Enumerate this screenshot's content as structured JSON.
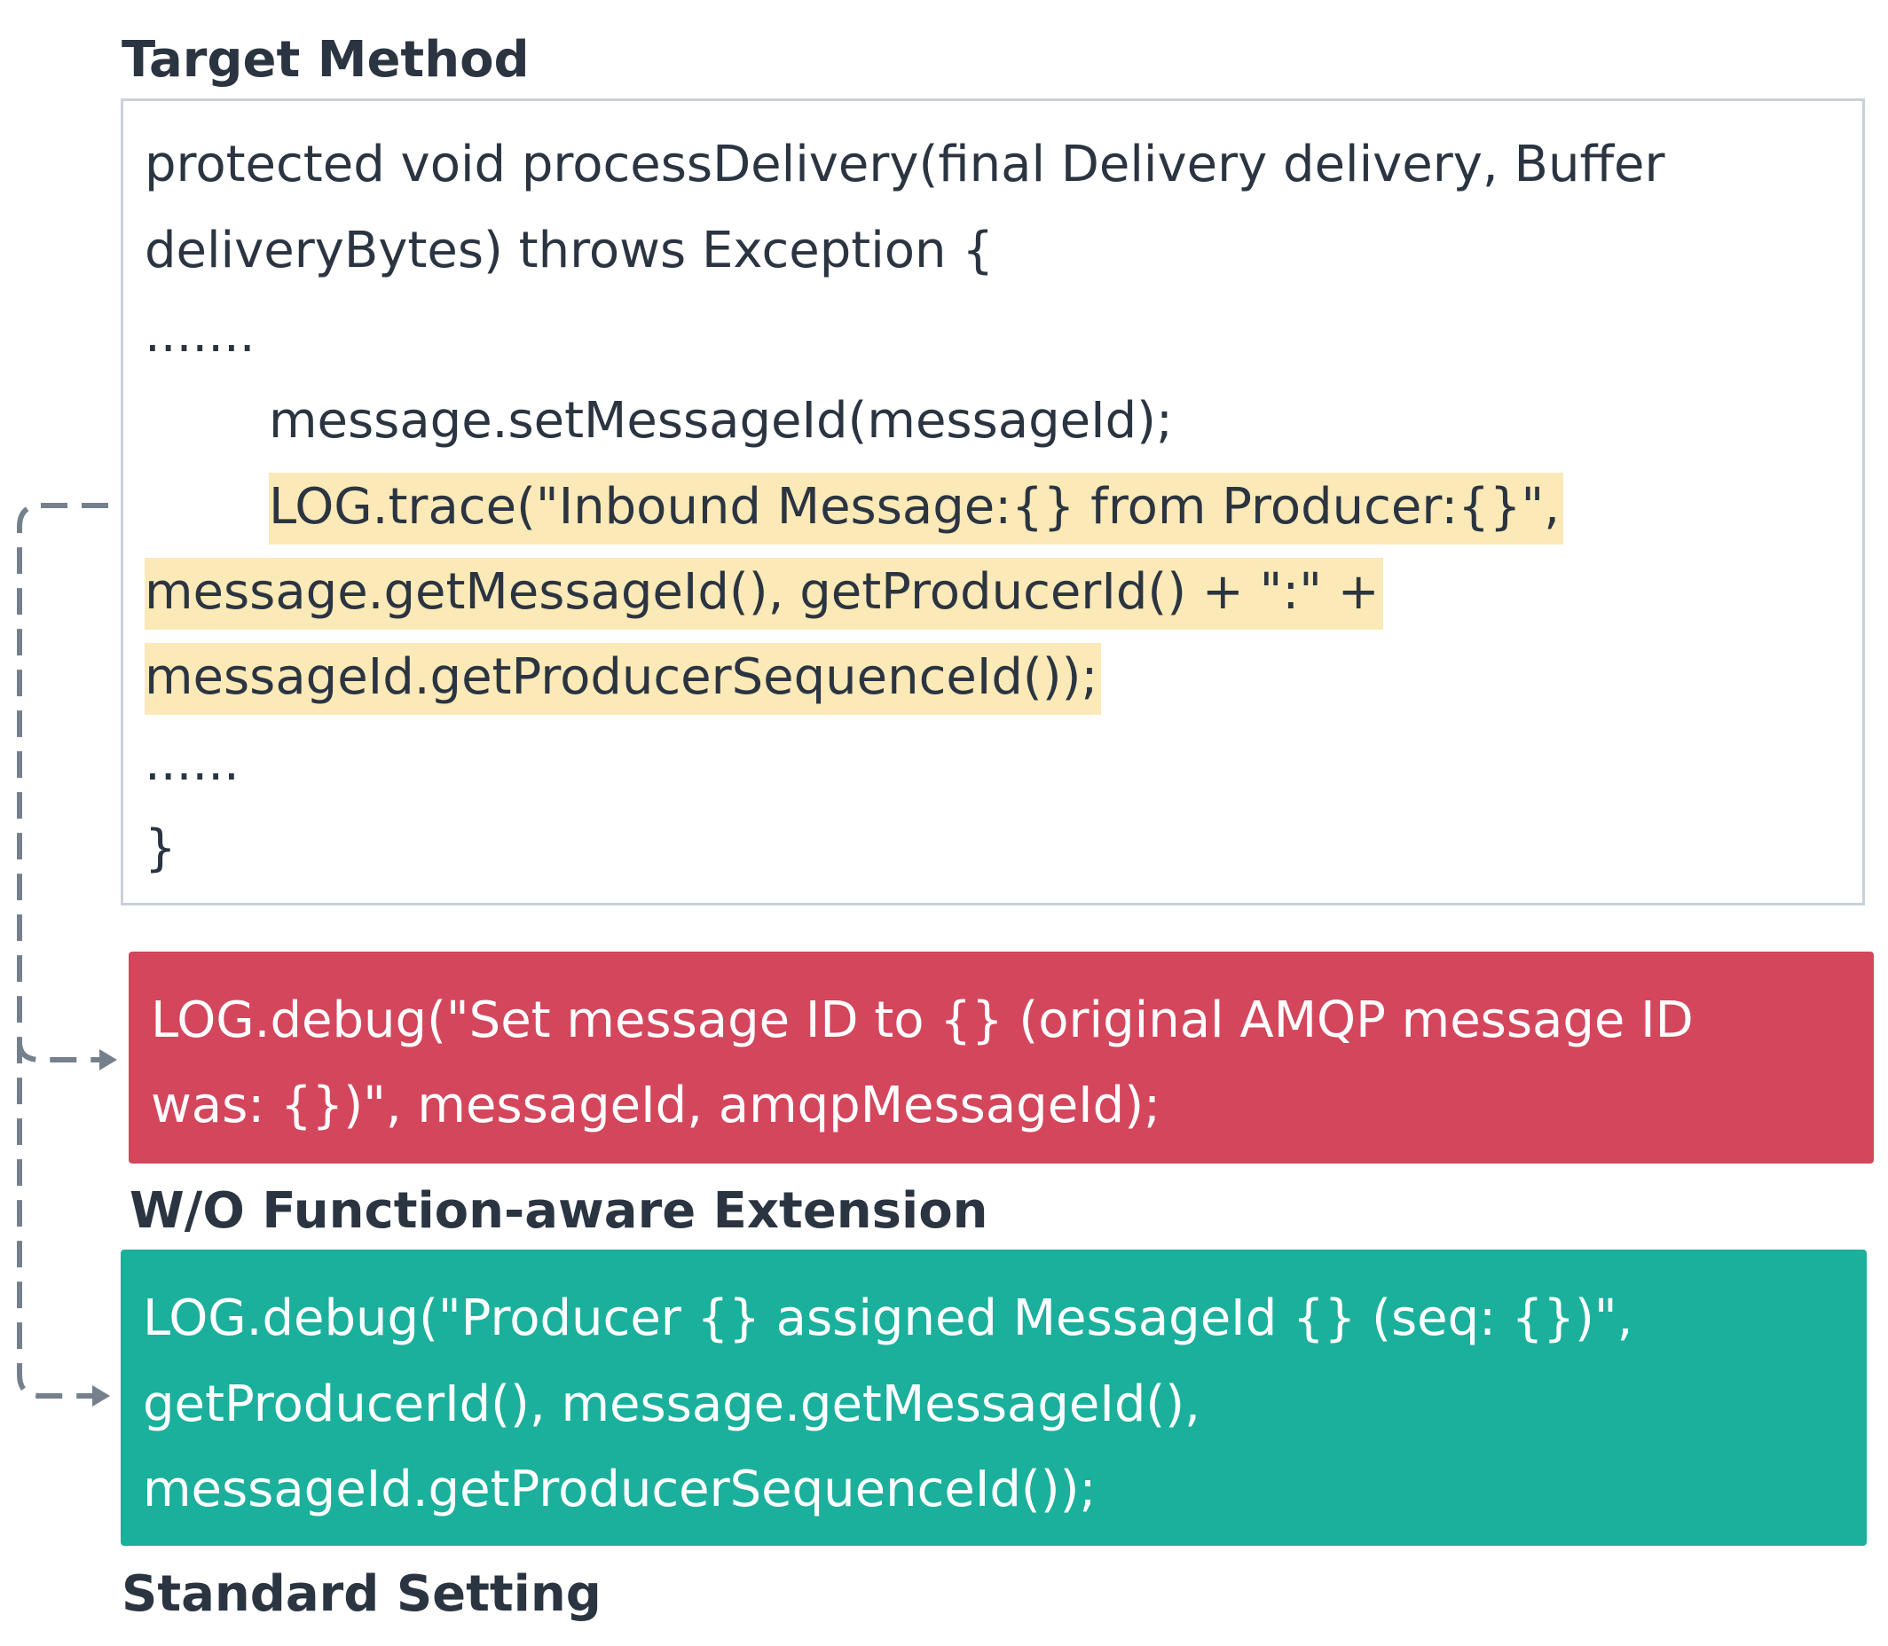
{
  "headings": {
    "target_method": "Target Method",
    "without_extension": "W/O Function-aware Extension",
    "standard_setting": "Standard Setting"
  },
  "target_code": {
    "line1": "protected void processDelivery(final Delivery delivery, Buffer",
    "line2": "deliveryBytes) throws Exception {",
    "line3": ".......",
    "line4": "message.setMessageId(messageId);",
    "line5": "LOG.trace(\"Inbound Message:{} from Producer:{}\",",
    "line6": "message.getMessageId(), getProducerId() + \":\" +",
    "line7": "messageId.getProducerSequenceId());",
    "line8": "......",
    "line9": "}"
  },
  "without_extension_output": {
    "line1": "LOG.debug(\"Set message ID to {} (original AMQP message ID",
    "line2": "was: {})\", messageId, amqpMessageId);"
  },
  "standard_output": {
    "line1": "LOG.debug(\"Producer {} assigned MessageId {} (seq: {})\",",
    "line2": "getProducerId(), message.getMessageId(),",
    "line3": "messageId.getProducerSequenceId());"
  },
  "colors": {
    "highlight": "#fbe9b7",
    "red_box": "#d4465c",
    "green_box": "#1bb09c",
    "connector": "#75808c",
    "text": "#2b3441"
  }
}
